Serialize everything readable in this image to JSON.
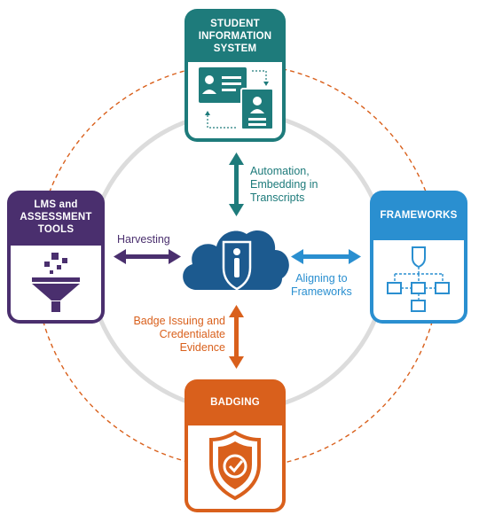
{
  "nodes": {
    "sis": {
      "title": "STUDENT\nINFORMATION\nSYSTEM",
      "color": "#1e7b7b"
    },
    "lms": {
      "title": "LMS and\nASSESSMENT\nTOOLS",
      "color": "#4a2f6e"
    },
    "frameworks": {
      "title": "FRAMEWORKS",
      "color": "#2a8fd0"
    },
    "badging": {
      "title": "BADGING",
      "color": "#d9601c"
    },
    "center": {
      "color": "#1c5a8f"
    }
  },
  "flows": {
    "sis": "Automation,\nEmbedding in\nTranscripts",
    "lms": "Harvesting",
    "frameworks": "Aligning to\nFrameworks",
    "badging": "Badge Issuing and\nCredentialate\nEvidence"
  },
  "colors": {
    "ring_dash": "#d9601c",
    "ring_inner": "#d9d9d9"
  }
}
